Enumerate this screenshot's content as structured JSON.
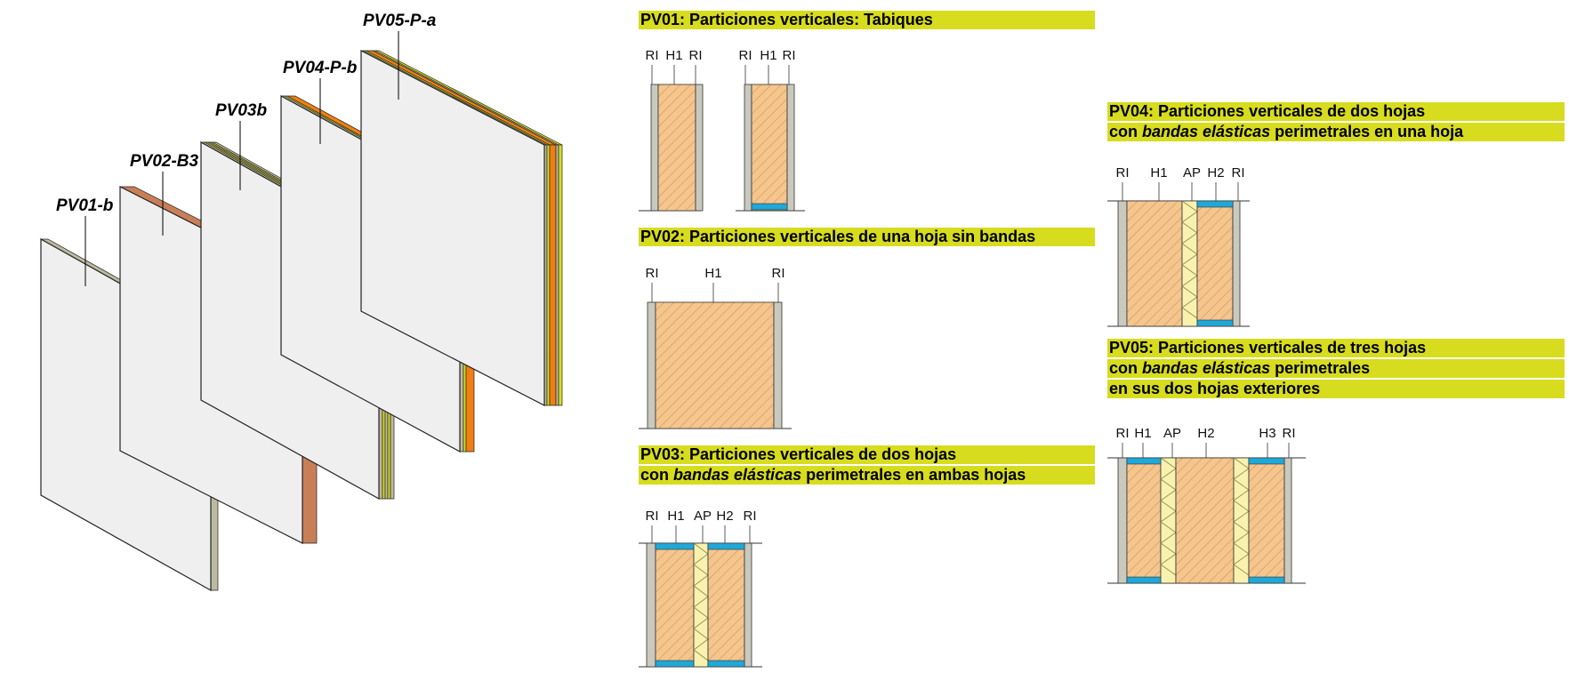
{
  "colors": {
    "bar": "#d7dc1e",
    "wood": "#f4c68e",
    "hatch": "#d4935c",
    "board": "#c9c9be",
    "band": "#1fa8d8",
    "insulation": "#f8f2ae",
    "insulation_line": "#8a8650",
    "panel_face": "#efefef",
    "edge_brown": "#c87f58",
    "edge_orange": "#f07e12",
    "edge_gray": "#bdbaa2"
  },
  "panels": [
    {
      "id": "pv01",
      "label": "PV01-b"
    },
    {
      "id": "pv02",
      "label": "PV02-B3"
    },
    {
      "id": "pv03",
      "label": "PV03b"
    },
    {
      "id": "pv04",
      "label": "PV04-P-b"
    },
    {
      "id": "pv05",
      "label": "PV05-P-a"
    }
  ],
  "sections": {
    "pv01": {
      "title_lines": [
        [
          {
            "t": "PV01: Particiones verticales: Tabiques",
            "i": false
          }
        ]
      ],
      "labels": [
        "RI",
        "H1",
        "RI",
        "RI",
        "H1",
        "RI"
      ]
    },
    "pv02": {
      "title_lines": [
        [
          {
            "t": "PV02: Particiones verticales de una hoja sin bandas",
            "i": false
          }
        ]
      ],
      "labels": [
        "RI",
        "H1",
        "RI"
      ]
    },
    "pv03": {
      "title_lines": [
        [
          {
            "t": "PV03: Particiones verticales de dos hojas",
            "i": false
          }
        ],
        [
          {
            "t": "con ",
            "i": false
          },
          {
            "t": "bandas elásticas",
            "i": true
          },
          {
            "t": " perimetrales en ambas hojas",
            "i": false
          }
        ]
      ],
      "labels": [
        "RI",
        "H1",
        "AP",
        "H2",
        "RI"
      ]
    },
    "pv04": {
      "title_lines": [
        [
          {
            "t": "PV04: Particiones verticales de dos hojas",
            "i": false
          }
        ],
        [
          {
            "t": "con ",
            "i": false
          },
          {
            "t": "bandas elásticas",
            "i": true
          },
          {
            "t": " perimetrales en una hoja",
            "i": false
          }
        ]
      ],
      "labels": [
        "RI",
        "H1",
        "AP",
        "H2",
        "RI"
      ]
    },
    "pv05": {
      "title_lines": [
        [
          {
            "t": "PV05: Particiones verticales de tres hojas",
            "i": false
          }
        ],
        [
          {
            "t": "con ",
            "i": false
          },
          {
            "t": "bandas elásticas",
            "i": true
          },
          {
            "t": " perimetrales",
            "i": false
          }
        ],
        [
          {
            "t": "en sus dos hojas exteriores",
            "i": false
          }
        ]
      ],
      "labels": [
        "RI",
        "H1",
        "AP",
        "H2",
        "H3",
        "RI"
      ]
    }
  }
}
